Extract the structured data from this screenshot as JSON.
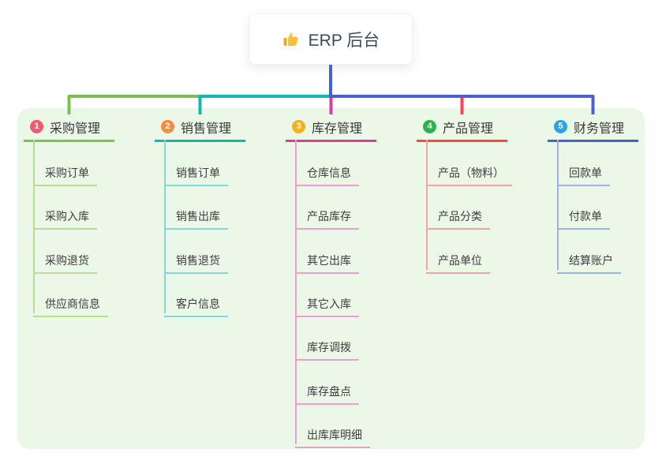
{
  "root": {
    "title": "ERP 后台",
    "icon": "thumbs-up-icon",
    "card_bg": "#ffffff",
    "stem_color": "#4a60d2"
  },
  "panel": {
    "bg_color": "#ebf7e7"
  },
  "branches": [
    {
      "index": "1",
      "title": "采购管理",
      "badge_color": "#f25b6e",
      "line_color": "#7ec04f",
      "child_line_color": "#b7dd95",
      "children": [
        "采购订单",
        "采购入库",
        "采购退货",
        "供应商信息"
      ]
    },
    {
      "index": "2",
      "title": "销售管理",
      "badge_color": "#fa8b3f",
      "line_color": "#12b8ae",
      "child_line_color": "#7edbd2",
      "children": [
        "销售订单",
        "销售出库",
        "销售退货",
        "客户信息"
      ]
    },
    {
      "index": "3",
      "title": "库存管理",
      "badge_color": "#fbb018",
      "line_color": "#e13a9e",
      "child_line_color": "#f09cd0",
      "children": [
        "仓库信息",
        "产品库存",
        "其它出库",
        "其它入库",
        "库存调拨",
        "库存盘点",
        "出库库明细"
      ]
    },
    {
      "index": "4",
      "title": "产品管理",
      "badge_color": "#2eb24c",
      "line_color": "#f4484e",
      "child_line_color": "#f8a1a3",
      "children": [
        "产品（物料）",
        "产品分类",
        "产品单位"
      ]
    },
    {
      "index": "5",
      "title": "财务管理",
      "badge_color": "#2ba4df",
      "line_color": "#4a60d2",
      "child_line_color": "#9db2e8",
      "children": [
        "回款单",
        "付款单",
        "结算账户"
      ]
    }
  ]
}
